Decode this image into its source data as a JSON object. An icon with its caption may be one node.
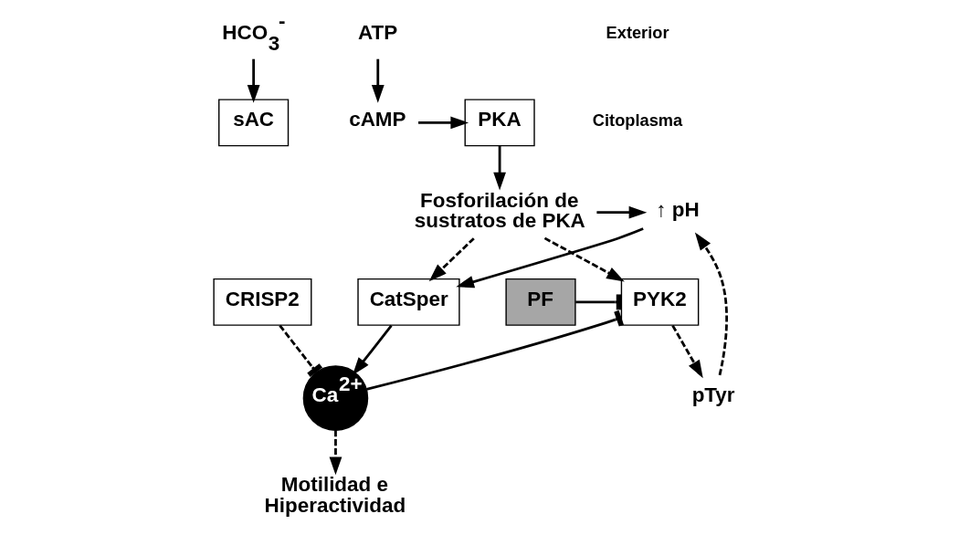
{
  "diagram": {
    "nodes": [
      {
        "text": [
          "HCO$_{3}$$^{-}$"
        ]
      },
      {
        "text": [
          "sAC"
        ]
      },
      {
        "text": [
          "cAMP"
        ]
      },
      {
        "text": [
          "ATP"
        ]
      },
      {
        "text": [
          "PKA"
        ]
      },
      {
        "text": [
          "Fosforilación de sustratos de PKA"
        ]
      },
      {
        "text": [
          "PF"
        ]
      },
      {
        "text": [
          "PYK2"
        ]
      },
      {
        "text": [
          "pTyr"
        ]
      },
      {
        "text": [
          "↑ pH"
        ]
      },
      {
        "text": [
          "CatSper"
        ]
      },
      {
        "text": [
          "CRISP2"
        ]
      },
      {
        "text": [
          "Ca$^{2+}$"
        ]
      },
      {
        "text": [
          "Motilidad e Hiperactividad"
        ]
      }
    ],
    "edges": [
      {
        "from": 0,
        "to": 1,
        "arrow": "to"
      },
      {
        "from": 3,
        "to": 2,
        "arrow": "to"
      },
      {
        "from": 2,
        "to": 4,
        "arrow": "to"
      },
      {
        "from": 4,
        "to": 5,
        "arrow": "to"
      },
      {
        "from": 5,
        "to": 7,
        "arrow": "to",
        "style": "dashed"
      },
      {
        "from": 6,
        "to": 7,
        "arrow": "other"
      },
      {
        "from": 7,
        "to": 8,
        "arrow": "to",
        "style": "dashed"
      },
      {
        "from": 8,
        "to": 9,
        "arrow": "to",
        "style": "dashed"
      },
      {
        "from": 5,
        "to": 9,
        "arrow": "to"
      },
      {
        "from": 5,
        "to": 10,
        "arrow": "to",
        "style": "dashed"
      },
      {
        "from": 9,
        "to": 10,
        "arrow": "to"
      },
      {
        "from": 10,
        "to": 12,
        "arrow": "to"
      },
      {
        "from": 11,
        "to": 12,
        "arrow": "other",
        "style": "dashed"
      },
      {
        "from": 12,
        "to": 13,
        "arrow": "to",
        "style": "dashed"
      },
      {
        "from": 12,
        "to": 7,
        "arrow": "other"
      }
    ],
    "labels": [
      "Exterior",
      "Citoplasma"
    ]
  }
}
